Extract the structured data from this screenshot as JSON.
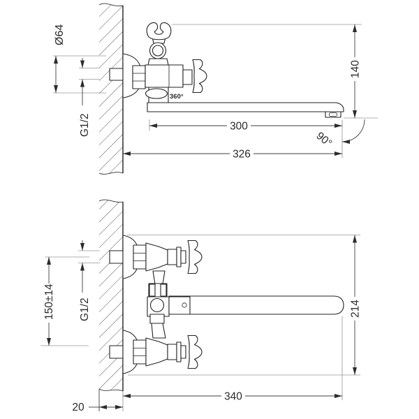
{
  "drawing": {
    "description": "faucet installation dimensions, two orthographic views",
    "colors": {
      "background": "#ffffff",
      "outline": "#222222",
      "dimension": "#3d3d3d",
      "extension": "#979797"
    },
    "side_view": {
      "dims": {
        "escutcheon_diameter": "Ø64",
        "thread": "G1/2",
        "spout_height": "140",
        "spout_reach": "300",
        "overall_reach": "326",
        "swivel_angle": "90°",
        "spout_rotation": "360°"
      }
    },
    "front_view": {
      "dims": {
        "supply_centers": "150±14",
        "thread": "G1/2",
        "overall_height": "214",
        "overall_length": "340",
        "wall_thickness": "20"
      }
    }
  }
}
